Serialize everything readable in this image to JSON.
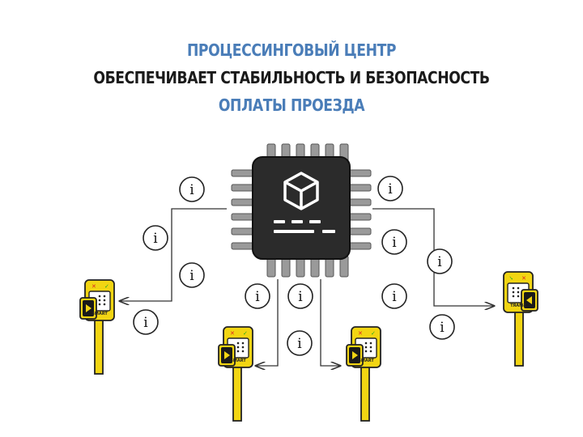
{
  "title": {
    "line1": "ПРОЦЕССИНГОВЫЙ ЦЕНТР",
    "line2": "ОБЕСПЕЧИВАЕТ СТАБИЛЬНОСТЬ И БЕЗОПАСНОСТЬ",
    "line3": "ОПЛАТЫ ПРОЕЗДА"
  },
  "info_symbol": "i",
  "validator_brand": "SMART",
  "colors": {
    "accent_blue": "#4a7db8",
    "text_dark": "#1a1a1a",
    "chip_body": "#2b2b2b",
    "chip_pins": "#9a9a9a",
    "validator_yellow": "#f2d513",
    "line": "#333333"
  },
  "icons": {
    "chip": "processor-chip-icon",
    "cube": "cube-logo-icon",
    "info": "info-icon",
    "validator": "ticket-validator-icon"
  }
}
